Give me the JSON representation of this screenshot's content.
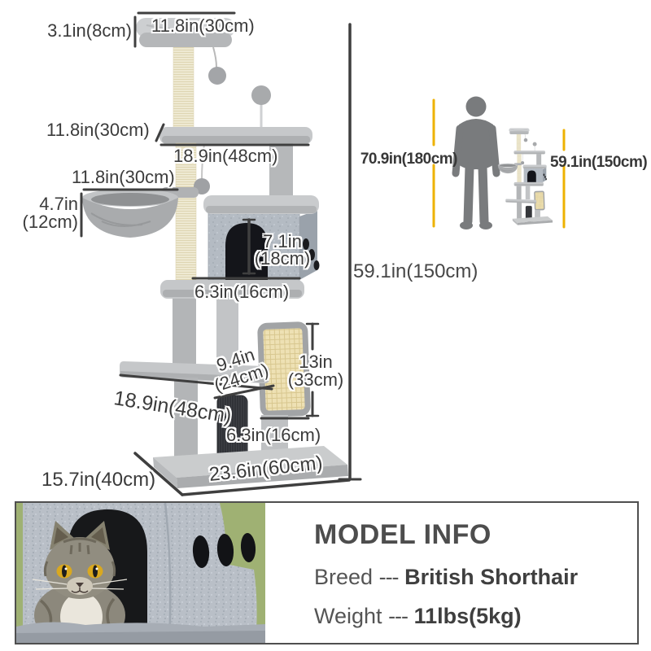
{
  "colors": {
    "dimension_line": "#3f3f3f",
    "label_text": "#3b3b3b",
    "accent_yellow": "#eeb200",
    "silhouette_gray": "#797b7d",
    "panel_border": "#4f4f4f",
    "sisal_cream": "#f1ecd6",
    "plush_gray": "#c6c8ca",
    "felt_gray": "#b9bfc7"
  },
  "dims": {
    "perch_thickness": "3.1in(8cm)",
    "perch_diameter": "11.8in(30cm)",
    "upper_platform_height": "11.8in(30cm)",
    "upper_platform_width": "18.9in(48cm)",
    "basket_diameter": "11.8in(30cm)",
    "basket_depth_l1": "4.7in",
    "basket_depth_l2": "(12cm)",
    "door_height_l1": "7.1in",
    "door_height_l2": "(18cm)",
    "condo_width": "6.3in(16cm)",
    "mid_post_l1": "9.4in",
    "mid_post_l2": "(24cm)",
    "scratcher_l1": "13in",
    "scratcher_l2": "(33cm)",
    "lower_platform_width": "18.9in(48cm)",
    "lower_post_height": "6.3in(16cm)",
    "base_depth": "15.7in(40cm)",
    "base_width": "23.6in(60cm)",
    "total_height": "59.1in(150cm)"
  },
  "comparison": {
    "human_height": "70.9in(180cm)",
    "tree_height": "59.1in(150cm)"
  },
  "model_info": {
    "title": "MODEL INFO",
    "breed_label": "Breed",
    "breed_sep": "---",
    "breed_value": "British Shorthair",
    "weight_label": "Weight",
    "weight_sep": "---",
    "weight_value": "11lbs(5kg)"
  }
}
